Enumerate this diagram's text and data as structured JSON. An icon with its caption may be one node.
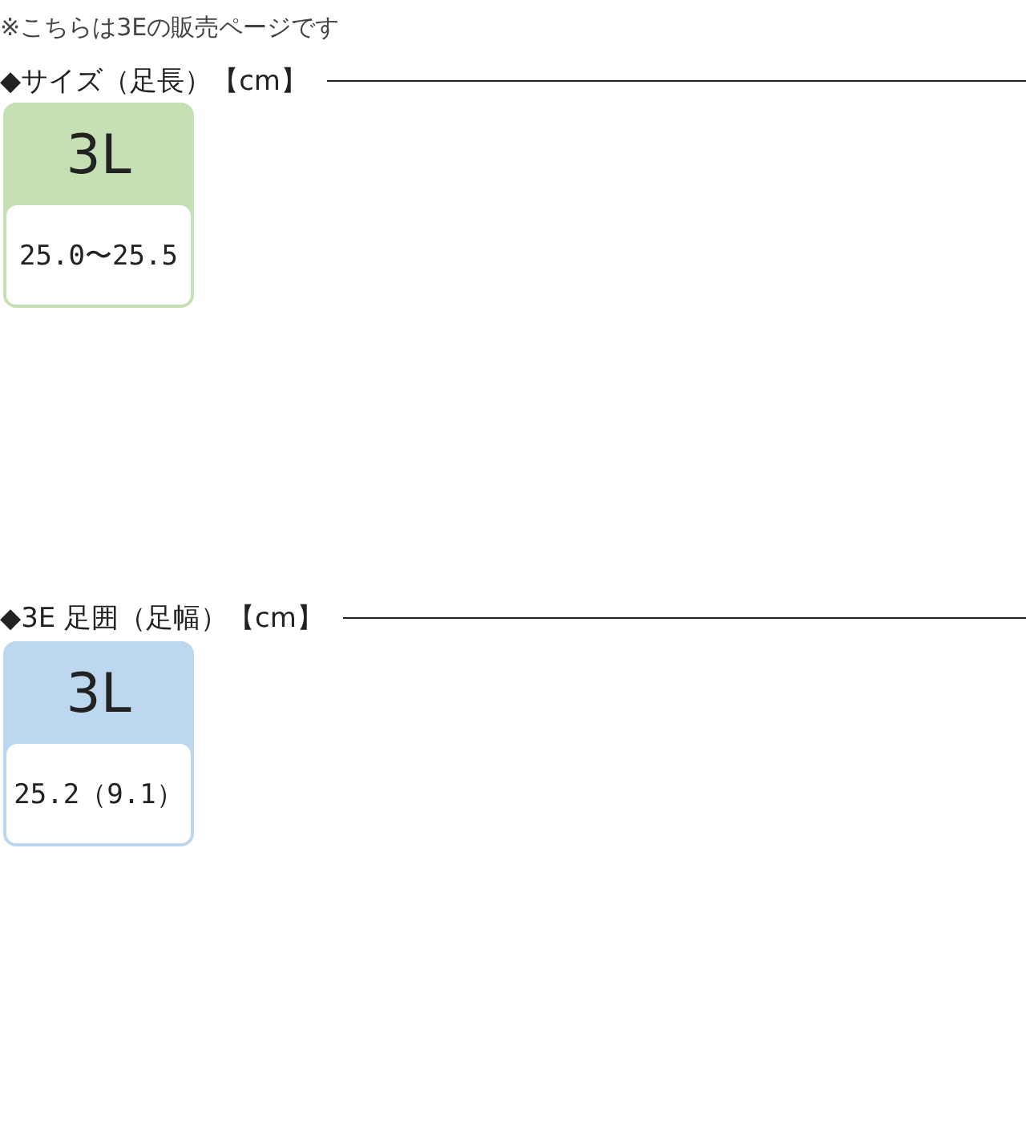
{
  "diagram": {
    "nodes": [
      {
        "text": [
          "3L",
          "25.0〜25.5"
        ]
      },
      {
        "text": [
          "3L",
          "25.2（9.1）"
        ]
      }
    ],
    "labels": [
      "※こちらは3Eの販売ページです",
      "◆サイズ（足長）【cm】",
      "◆3E 足囲（足幅）【cm】"
    ]
  }
}
